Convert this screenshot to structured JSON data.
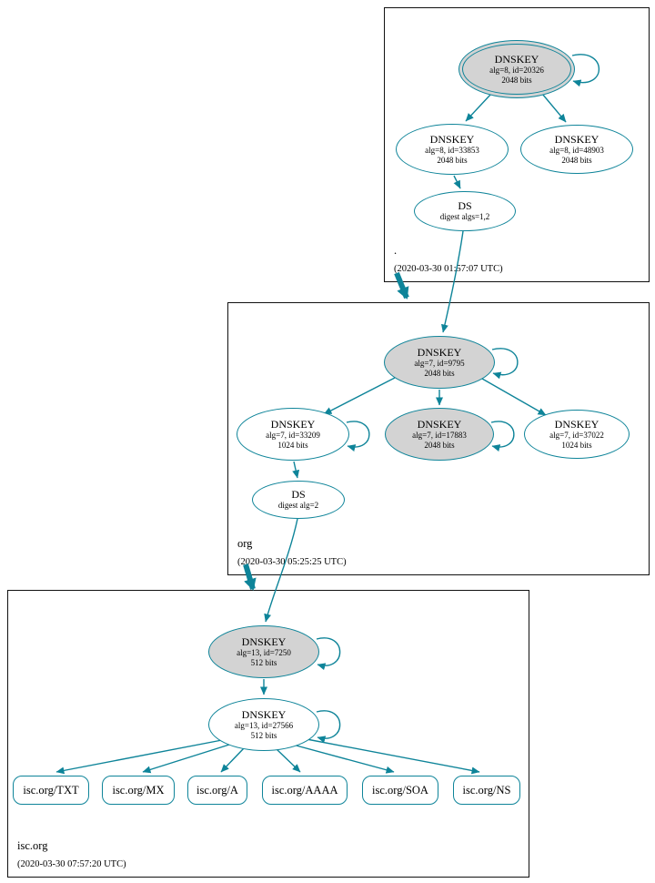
{
  "colors": {
    "teal": "#0e8499",
    "gray_fill": "#d3d3d3",
    "box_border": "#111111"
  },
  "zones": {
    "root": {
      "label": ".",
      "timestamp": "(2020-03-30 01:57:07 UTC)"
    },
    "org": {
      "label": "org",
      "timestamp": "(2020-03-30 05:25:25 UTC)"
    },
    "isc": {
      "label": "isc.org",
      "timestamp": "(2020-03-30 07:57:20 UTC)"
    }
  },
  "nodes": {
    "root_ksk": {
      "type": "DNSKEY",
      "detail": "alg=8, id=20326",
      "size": "2048 bits"
    },
    "root_zsk": {
      "type": "DNSKEY",
      "detail": "alg=8, id=33853",
      "size": "2048 bits"
    },
    "root_key3": {
      "type": "DNSKEY",
      "detail": "alg=8, id=48903",
      "size": "2048 bits"
    },
    "root_ds": {
      "type": "DS",
      "detail": "digest algs=1,2"
    },
    "org_ksk": {
      "type": "DNSKEY",
      "detail": "alg=7, id=9795",
      "size": "2048 bits"
    },
    "org_zsk": {
      "type": "DNSKEY",
      "detail": "alg=7, id=33209",
      "size": "1024 bits"
    },
    "org_key3": {
      "type": "DNSKEY",
      "detail": "alg=7, id=17883",
      "size": "2048 bits"
    },
    "org_key4": {
      "type": "DNSKEY",
      "detail": "alg=7, id=37022",
      "size": "1024 bits"
    },
    "org_ds": {
      "type": "DS",
      "detail": "digest alg=2"
    },
    "isc_ksk": {
      "type": "DNSKEY",
      "detail": "alg=13, id=7250",
      "size": "512 bits"
    },
    "isc_zsk": {
      "type": "DNSKEY",
      "detail": "alg=13, id=27566",
      "size": "512 bits"
    }
  },
  "rrsets": [
    "isc.org/TXT",
    "isc.org/MX",
    "isc.org/A",
    "isc.org/AAAA",
    "isc.org/SOA",
    "isc.org/NS"
  ]
}
